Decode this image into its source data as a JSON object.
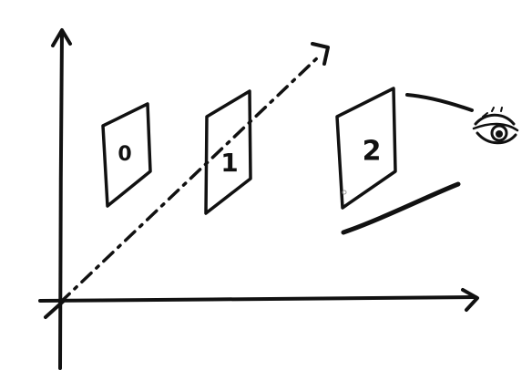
{
  "diagram": {
    "ink_color": "#111111",
    "background_color": "#ffffff",
    "panels": [
      {
        "label": "0"
      },
      {
        "label": "1"
      },
      {
        "label": "2"
      }
    ],
    "icons": {
      "eye": "eye-icon"
    }
  }
}
